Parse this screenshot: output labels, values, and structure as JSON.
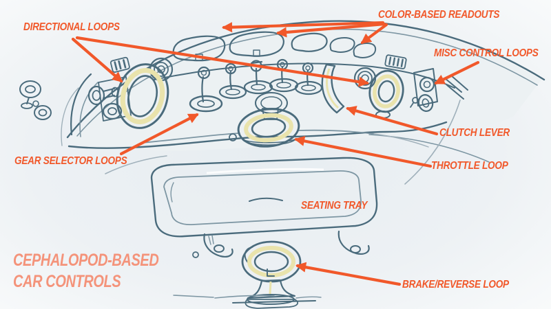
{
  "title": {
    "line1": "CEPHALOPOD-BASED",
    "line2": "CAR CONTROLS"
  },
  "labels": {
    "directional_loops": "DIRECTIONAL LOOPS",
    "color_based_readouts": "COLOR-BASED READOUTS",
    "misc_control_loops": "MISC CONTROL LOOPS",
    "clutch_lever": "CLUTCH LEVER",
    "gear_selector_loops": "GEAR SELECTOR LOOPS",
    "throttle_loop": "THROTTLE LOOP",
    "seating_tray": "SEATING TRAY",
    "brake_reverse_loop": "BRAKE/REVERSE LOOP"
  },
  "colors": {
    "accent": "#f1582a",
    "title_accent": "#f4937a",
    "ink": "#4a6b7c",
    "cream": "#e9e3ac",
    "readout_purple_a": "#ec8fe0",
    "readout_purple_b": "#9e8ce2",
    "readout_teal_a": "#93b7ea",
    "readout_teal_b": "#7edbd2",
    "readout_green": "#92e4a6",
    "readout_yellow_green": "#c9eb96",
    "readout_yellow": "#e9e69b"
  }
}
